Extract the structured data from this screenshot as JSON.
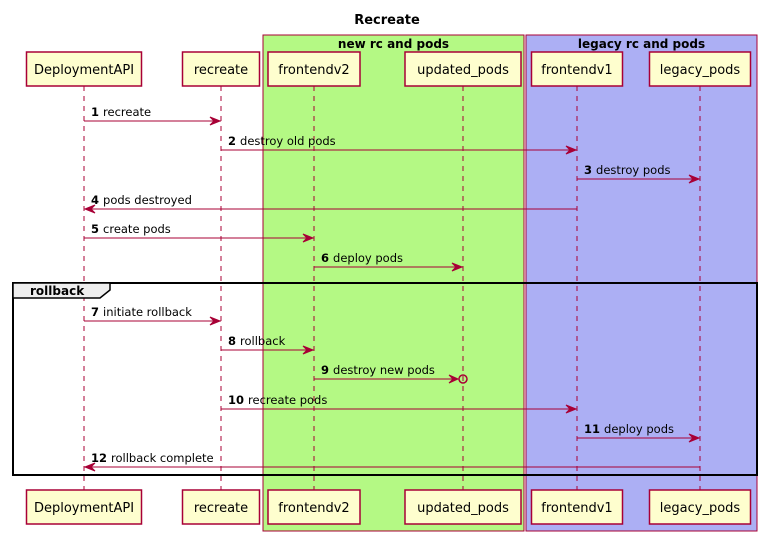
{
  "title": "Recreate",
  "boxes": [
    {
      "id": "new",
      "label": "new rc and pods",
      "fill": "#b4f984",
      "stroke": "#a80036"
    },
    {
      "id": "legacy",
      "label": "legacy rc and pods",
      "fill": "#acaff4",
      "stroke": "#a80036"
    }
  ],
  "participants": [
    {
      "id": "DeploymentAPI",
      "label": "DeploymentAPI"
    },
    {
      "id": "recreate",
      "label": "recreate"
    },
    {
      "id": "frontendv2",
      "label": "frontendv2"
    },
    {
      "id": "updated_pods",
      "label": "updated_pods"
    },
    {
      "id": "frontendv1",
      "label": "frontendv1"
    },
    {
      "id": "legacy_pods",
      "label": "legacy_pods"
    }
  ],
  "messages": [
    {
      "num": "1",
      "text": "recreate",
      "from": "DeploymentAPI",
      "to": "recreate",
      "head": "arrow"
    },
    {
      "num": "2",
      "text": "destroy old pods",
      "from": "recreate",
      "to": "frontendv1",
      "head": "arrow"
    },
    {
      "num": "3",
      "text": "destroy pods",
      "from": "frontendv1",
      "to": "legacy_pods",
      "head": "arrow"
    },
    {
      "num": "4",
      "text": "pods destroyed",
      "from": "frontendv1",
      "to": "DeploymentAPI",
      "head": "arrow"
    },
    {
      "num": "5",
      "text": "create pods",
      "from": "DeploymentAPI",
      "to": "frontendv2",
      "head": "arrow"
    },
    {
      "num": "6",
      "text": "deploy pods",
      "from": "frontendv2",
      "to": "updated_pods",
      "head": "arrow"
    },
    {
      "num": "7",
      "text": "initiate rollback",
      "from": "DeploymentAPI",
      "to": "recreate",
      "head": "arrow"
    },
    {
      "num": "8",
      "text": "rollback",
      "from": "recreate",
      "to": "frontendv2",
      "head": "arrow"
    },
    {
      "num": "9",
      "text": "destroy new pods",
      "from": "frontendv2",
      "to": "updated_pods",
      "head": "circle"
    },
    {
      "num": "10",
      "text": "recreate pods",
      "from": "recreate",
      "to": "frontendv1",
      "head": "arrow"
    },
    {
      "num": "11",
      "text": "deploy pods",
      "from": "frontendv1",
      "to": "legacy_pods",
      "head": "arrow"
    },
    {
      "num": "12",
      "text": "rollback complete",
      "from": "legacy_pods",
      "to": "DeploymentAPI",
      "head": "arrow"
    }
  ],
  "group": {
    "label": "rollback"
  },
  "colors": {
    "participant_fill": "#fefece",
    "line": "#a80036",
    "lifeline": "#a80036",
    "group_border": "#000000",
    "group_tab": "#eeeeee"
  }
}
